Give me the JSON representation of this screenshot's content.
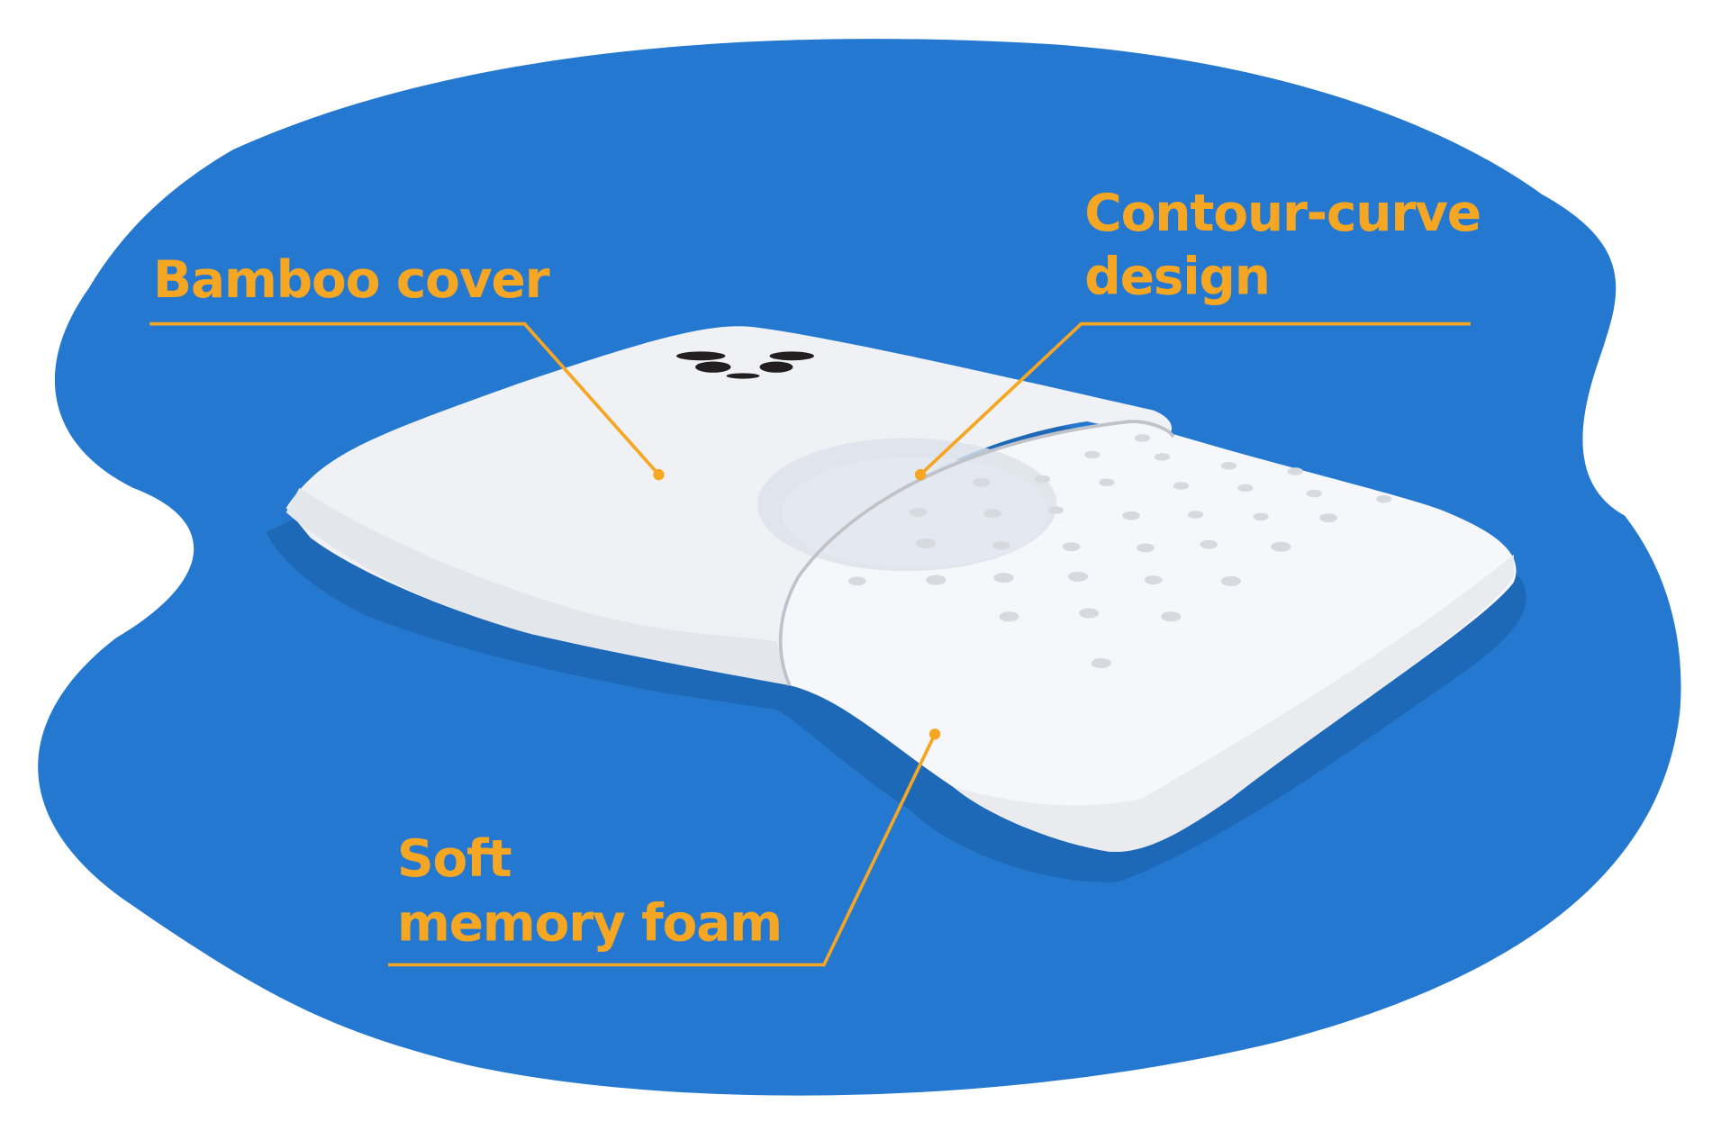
{
  "colors": {
    "background_blob": "#2478D0",
    "accent": "#F5A623",
    "pillow": "#EFF1F5"
  },
  "labels": {
    "bamboo_cover": "Bamboo cover",
    "contour_line1": "Contour-curve",
    "contour_line2": "design",
    "foam_line1": "Soft",
    "foam_line2": "memory foam"
  },
  "icons": {
    "logo": "panda-face-logo"
  }
}
